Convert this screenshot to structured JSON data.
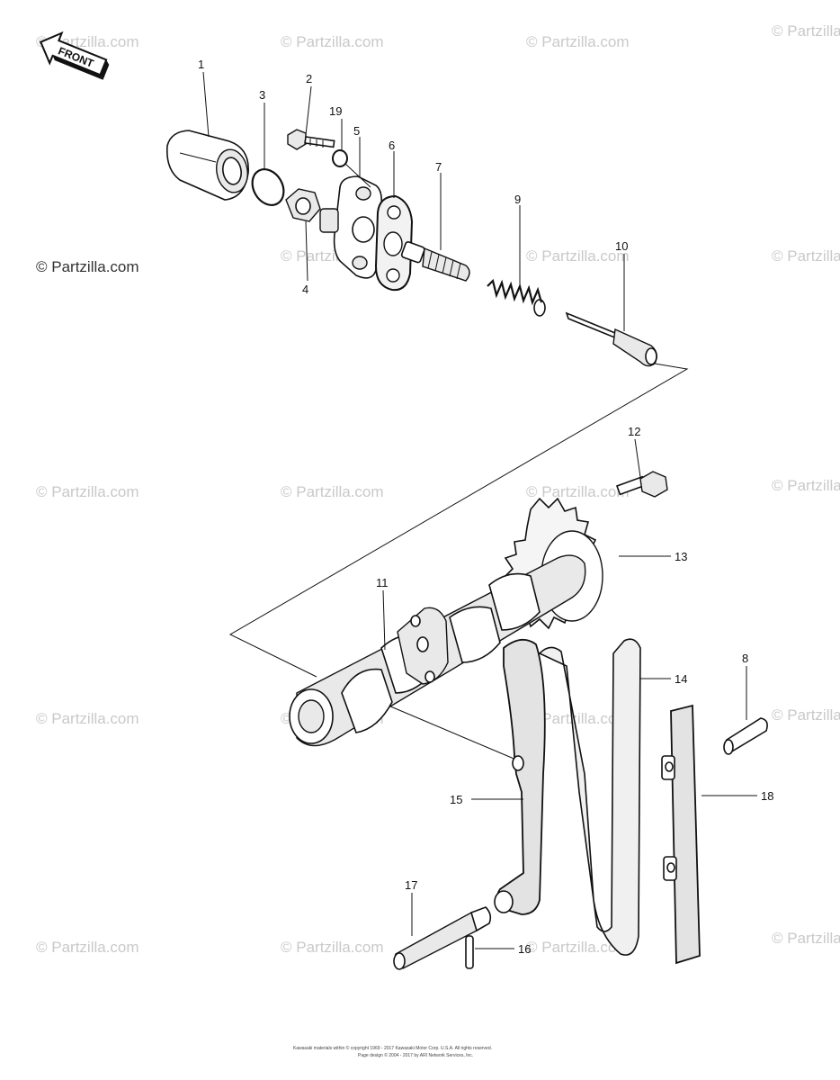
{
  "front_label": "FRONT",
  "watermark_text": "© Partzilla.com",
  "callouts": {
    "p1": "1",
    "p2": "2",
    "p3": "3",
    "p4": "4",
    "p5": "5",
    "p6": "6",
    "p7": "7",
    "p8": "8",
    "p9": "9",
    "p10": "10",
    "p11": "11",
    "p12": "12",
    "p13": "13",
    "p14": "14",
    "p15": "15",
    "p16": "16",
    "p17": "17",
    "p18": "18",
    "p19": "19"
  },
  "copyright": {
    "line1": "Kawasaki materials within © copyright 1969 - 2017 Kawasaki Motor Corp. U.S.A. All rights reserved.",
    "line2": "Page design © 2004 - 2017 by ARI Network Services, Inc."
  }
}
